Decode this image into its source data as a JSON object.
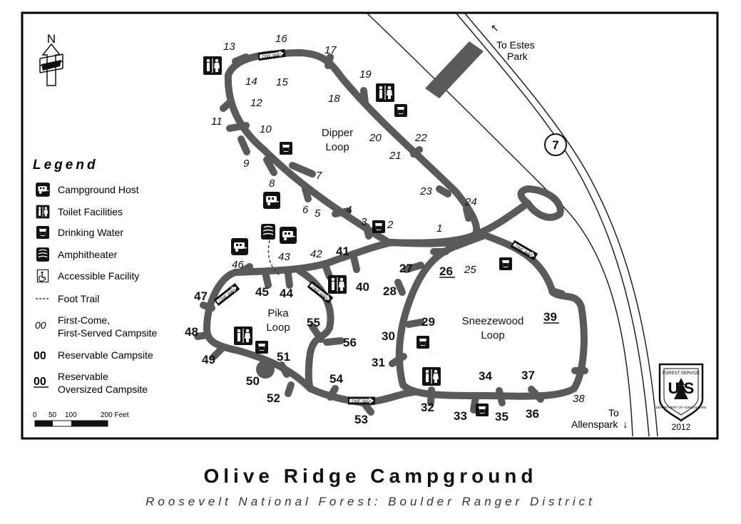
{
  "title": "Olive Ridge Campground",
  "subtitle": "Roosevelt National Forest: Boulder Ranger District",
  "north": "N",
  "highway": "7",
  "to_estes": [
    "To Estes",
    "Park"
  ],
  "to_allenspark": [
    "To",
    "Allenspark"
  ],
  "one_way": "ONE WAY",
  "loops": {
    "dipper": [
      "Dipper",
      "Loop"
    ],
    "pika": [
      "Pika",
      "Loop"
    ],
    "sneezewood": [
      "Sneezewood",
      "Loop"
    ]
  },
  "legend": {
    "title": "Legend",
    "host": "Campground Host",
    "toilet": "Toilet Facilities",
    "water": "Drinking Water",
    "amph": "Amphitheater",
    "access": "Accessible Facility",
    "trail": "Foot Trail",
    "fcfs_sym": "00",
    "fcfs": [
      "First-Come,",
      "First-Served Campsite"
    ],
    "res_sym": "00",
    "res": "Reservable Campsite",
    "over_sym": "00",
    "over": [
      "Reservable",
      "Oversized Campsite"
    ]
  },
  "scale": {
    "l0": "0",
    "l50": "50",
    "l100": "100",
    "l200": "200 Feet"
  },
  "badge": {
    "top": "FOREST SERVICE",
    "us": "U S",
    "bottom": "DEPARTMENT OF AGRICULTURE",
    "year": "2012"
  },
  "sites_fcfs": [
    "1",
    "2",
    "3",
    "4",
    "5",
    "6",
    "7",
    "8",
    "9",
    "10",
    "11",
    "12",
    "13",
    "14",
    "15",
    "16",
    "17",
    "18",
    "19",
    "20",
    "21",
    "22",
    "23",
    "24",
    "25",
    "38",
    "42",
    "43",
    "46"
  ],
  "sites_reservable": [
    "27",
    "28",
    "29",
    "30",
    "31",
    "32",
    "33",
    "34",
    "35",
    "36",
    "37",
    "40",
    "41",
    "44",
    "45",
    "47",
    "48",
    "49",
    "50",
    "51",
    "52",
    "53",
    "54",
    "55",
    "56"
  ],
  "sites_oversized": [
    "26",
    "39"
  ],
  "colors": {
    "road": "#5a5a5a",
    "frame": "#000000",
    "icon": "#111111"
  },
  "icons": [
    "campground-host-icon",
    "toilet-icon",
    "drinking-water-icon",
    "amphitheater-icon",
    "accessible-icon"
  ]
}
